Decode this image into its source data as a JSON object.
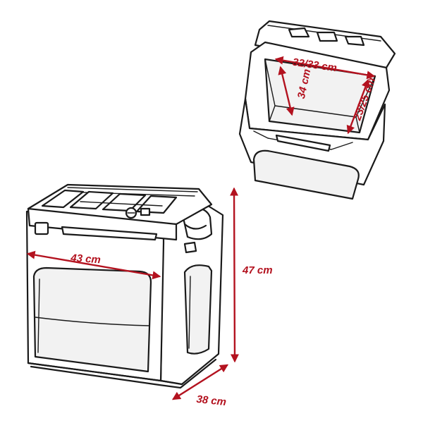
{
  "colors": {
    "dimension": "#b3121f",
    "outline": "#1a1a1a",
    "background": "#ffffff"
  },
  "dimensions": {
    "width_label": "43 cm",
    "height_label": "47 cm",
    "depth_label": "38 cm",
    "inner_width_label": "32/33 cm",
    "inner_height_label": "34 cm",
    "inner_depth_label": "23/25 cm"
  }
}
